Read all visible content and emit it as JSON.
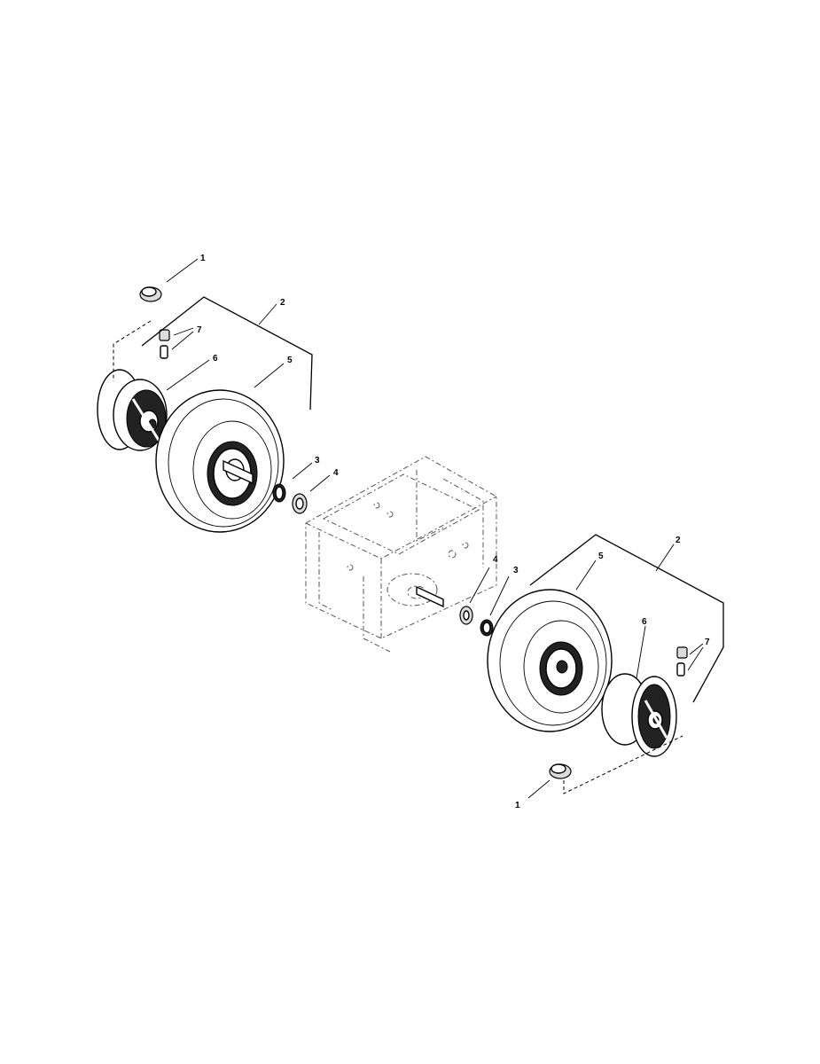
{
  "callouts": {
    "left": {
      "cap": "1",
      "wheel_assembly": "2",
      "bushing": "3",
      "washer": "4",
      "tire": "5",
      "rim": "6",
      "valve": "7"
    },
    "right": {
      "cap": "1",
      "wheel_assembly": "2",
      "bushing": "3",
      "washer": "4",
      "tire": "5",
      "rim": "6",
      "valve": "7"
    }
  }
}
